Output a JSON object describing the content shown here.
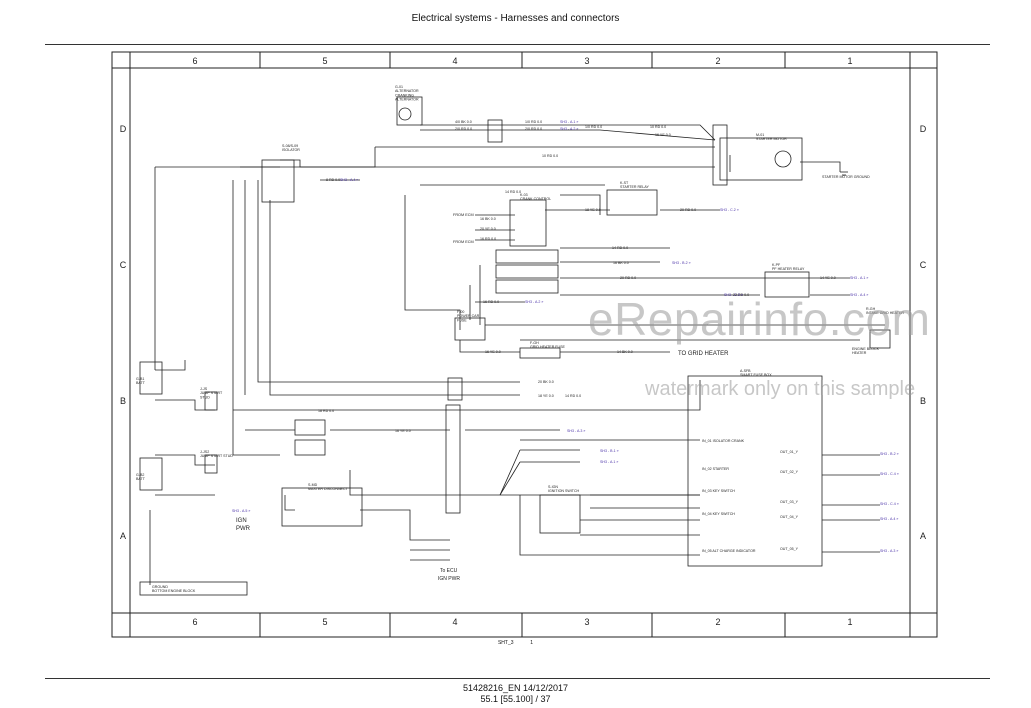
{
  "header": {
    "title": "Electrical systems - Harnesses and connectors"
  },
  "grid": {
    "columns": [
      "6",
      "5",
      "4",
      "3",
      "2",
      "1"
    ],
    "rows": [
      "D",
      "C",
      "B",
      "A"
    ]
  },
  "components": {
    "alternator": [
      "G-01",
      "ALTERNATOR",
      "CRANKING",
      "ALTERNATOR"
    ],
    "isolator": [
      "S-08/S-09",
      "ISOLATOR"
    ],
    "crank_relay": [
      "K-03",
      "CRANK CONTROL"
    ],
    "starter_relay": [
      "K-ST",
      "STARTER RELAY"
    ],
    "pf_heater_relay": [
      "K-PF",
      "PF HEATER RELAY"
    ],
    "starter_motor": [
      "M-01",
      "STARTER MOTOR"
    ],
    "power_car": [
      "F-00",
      "POWER CAR",
      "FUSE"
    ],
    "grid_heater_fuse": [
      "F-GH",
      "GRID HEATER FUSE"
    ],
    "smart_fuse_box": [
      "A-SFB",
      "SMART FUSE BOX"
    ],
    "master_disconnect": [
      "S-MD",
      "MASTER DISCONNECT"
    ],
    "ignition_switch": [
      "S-IGN",
      "IGNITION SWITCH"
    ],
    "jump_start_upper": [
      "J-JS",
      "JUMP START",
      "STUD"
    ],
    "jump_start_lower": [
      "J-JS2",
      "JUMP START STUD"
    ],
    "battery_upper": [
      "G-B1",
      "BATT"
    ],
    "battery_lower": [
      "G-B2",
      "BATT"
    ],
    "ground": [
      "GROUND",
      "BOTTOM ENGINE BLOCK"
    ],
    "starter_ground": "STARTER MOTOR GROUND",
    "heater": [
      "R-GH",
      "INTAKE GRID HEATER"
    ],
    "block_heater": [
      "ENGINE BLOCK",
      "HEATER"
    ]
  },
  "side_labels": {
    "from_ecm_top": "FROM ECM",
    "from_ecm_bottom": "FROM ECM",
    "to_grid_heater": "TO GRID HEATER",
    "ign_pwr_left": [
      "IGN",
      "PWR"
    ],
    "to_ecu": [
      "To ECU",
      "IGN PWR"
    ]
  },
  "wire_labels": [
    "4/0 BK 0.0",
    "2/0 RD 0.0",
    "1/0 RD 0.0",
    "2/0 RD 0.0",
    "1/0 RD 0.0",
    "10 RD 0.0",
    "16 YE 0.0",
    "10 RD 0.0",
    "8 RD 0.0",
    "14 RD 0.0",
    "16 BK 0.0",
    "20 YE 0.0",
    "16 RD 0.0",
    "18 YE 0.0",
    "20 RD 0.0",
    "14 RD 0.0",
    "16 BK 0.0",
    "20 RD 0.0",
    "14 YE 0.0",
    "16 RD 0.0",
    "22 RD 0.0",
    "14 BK 0.0",
    "16 YE 0.0",
    "20 BK 0.0",
    "18 YE 0.0",
    "14 RD 0.0",
    "18 RD 0.0",
    "16 YE 0.0"
  ],
  "sheet_refs": [
    "SH3 - A.1",
    "SH3 - A.2",
    "SH3 - A.4",
    "SH3 - C.2",
    "SH3 - B.2",
    "SH3 - C.3",
    "SH3 - A.1",
    "SH3 - A.4",
    "SH3 - A.2",
    "SH3 - A.3",
    "SH3 - B.1",
    "SH3 - A.1",
    "SH3 - B.2",
    "SH3 - C.4",
    "SH3 - C.4",
    "SH3 - A.4",
    "SH3 - A.3",
    "SH3 - A.5"
  ],
  "fuse_box_outputs": [
    "OUT_01_Y",
    "OUT_02_Y",
    "OUT_03_Y",
    "OUT_04_Y",
    "OUT_05_Y"
  ],
  "fuse_box_inputs": [
    "IN_01 ISOLATOR CRANK",
    "IN_02 STARTER",
    "IN_03 KEY SWITCH",
    "IN_04 KEY SWITCH",
    "IN_05 ALT CHARGE INDICATOR"
  ],
  "footer": {
    "sheet": "SHT_3",
    "sheet_no": "1",
    "doc": "51428216_EN 14/12/2017",
    "page": "55.1 [55.100] / 37"
  },
  "watermark": {
    "main": "eRepairinfo.com",
    "sub": "watermark only on this sample"
  },
  "colors": {
    "accent_ref": "#4b33a8",
    "ink": "#111111",
    "watermark": "#9a9a9a"
  }
}
